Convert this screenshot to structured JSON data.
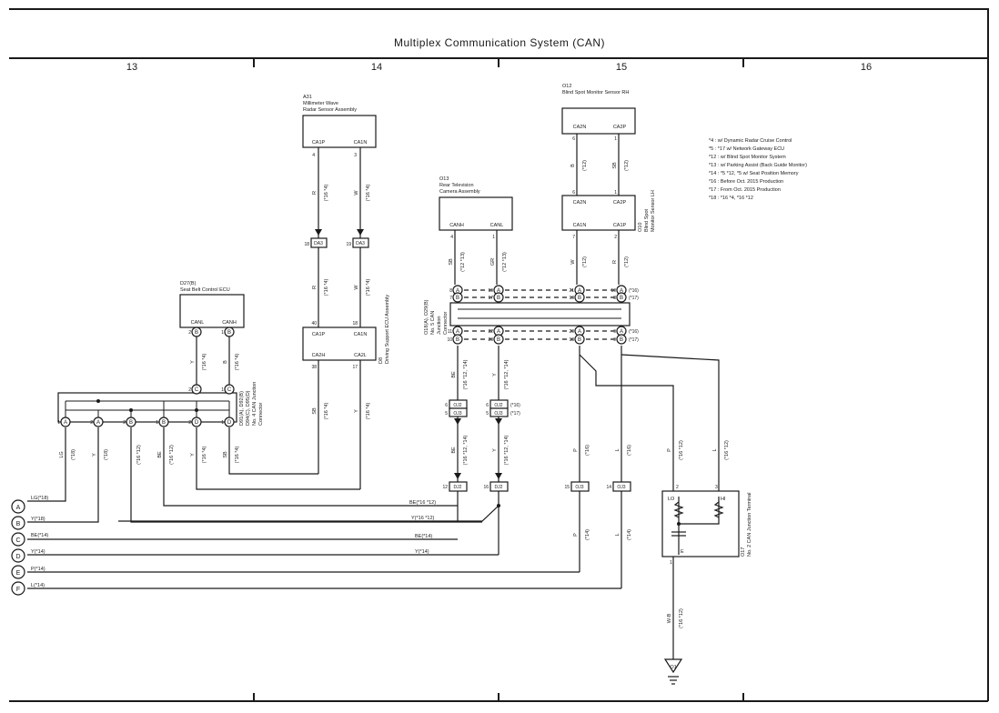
{
  "title": "Multiplex Communication System (CAN)",
  "columns": [
    "13",
    "14",
    "15",
    "16"
  ],
  "notes": [
    "*4 : w/ Dynamic Radar Cruise Control",
    "*5 : *17 w/ Network Gateway ECU",
    "*12 : w/ Blind Spot Monitor System",
    "*13 : w/ Parking Assist (Back Guide Monitor)",
    "*14 : *5 *12, *5 w/ Seat Position Memory",
    "*16 : Before Oct. 2015 Production",
    "*17 : From Oct. 2015 Production",
    "*18 : *16 *4, *16 *12"
  ],
  "components": {
    "a31": {
      "code": "A31",
      "name1": "Millimeter Wave",
      "name2": "Radar Sensor Assembly",
      "pin1": "CA1P",
      "pin2": "CA1N"
    },
    "o12": {
      "code": "O12",
      "name": "Blind Spot Monitor Sensor RH",
      "pin1": "CA2N",
      "pin2": "CA2P"
    },
    "o10": {
      "code": "O10",
      "name1": "Blind Spot",
      "name2": "Monitor Sensor LH",
      "top1": "CA2N",
      "top2": "CA2P",
      "bot1": "CA1N",
      "bot2": "CA1P"
    },
    "o13": {
      "code": "O13",
      "name1": "Rear Television",
      "name2": "Camera Assembly",
      "pin1": "CANH",
      "pin2": "CANL"
    },
    "d27": {
      "code": "D27(B)",
      "name": "Seat Belt Control ECU",
      "pin1": "CANL",
      "pin2": "CANH"
    },
    "d8": {
      "code": "D8",
      "name": "Driving Support ECU Assembly",
      "top1": "CA1P",
      "top2": "CA1N",
      "bot1": "CA2H",
      "bot2": "CA2L"
    },
    "d91": {
      "line1": "D91(A), D92(B)",
      "line2": "D94(C), D95(D)",
      "line3": "No. 4 CAN Junction",
      "line4": "Connector"
    },
    "o18": {
      "line1": "O18(A), O29(B)",
      "line2": "No. 5 CAN",
      "line3": "Junction",
      "line4": "Connector"
    },
    "o17": {
      "line1": "O17",
      "line2": "No. 2 CAN Junction Terminal",
      "lo": "LO",
      "hi": "HI",
      "e": "E"
    },
    "ground": "O1"
  },
  "wires": {
    "a31_r_color": "R",
    "a31_r_note": "(*16 *4)",
    "a31_w_color": "W",
    "a31_w_note": "(*16 *4)",
    "d8_sb_color": "SB",
    "d8_sb_note": "(*16 *4)",
    "d8_y_color": "Y",
    "d8_y_note": "(*16 *4)",
    "o12_b_color": "B",
    "o12_b_note": "(*12)",
    "o12_sb_color": "SB",
    "o12_sb_note": "(*12)",
    "o13_sb_color": "SB",
    "o13_sb_note": "(*12 *13)",
    "o13_gr_color": "GR",
    "o13_gr_note": "(*12 *13)",
    "o10_w_color": "W",
    "o10_w_note": "(*12)",
    "o10_r_color": "R",
    "o10_r_note": "(*12)",
    "d27_y_color": "Y",
    "d27_y_note": "(*16 *4)",
    "d27_b_color": "B",
    "d27_b_note": "(*16 *4)",
    "be_color": "BE",
    "be_note": "(*16 *12, *14)",
    "y_color": "Y",
    "y_note": "(*16 *12, *14)",
    "p_color": "P",
    "p_note": "(*16)",
    "l_color": "L",
    "l_note": "(*16)",
    "p_term_note": "(*16 *12)",
    "l_term_note": "(*16 *12)",
    "p_low_note": "(*14)",
    "l_low_note": "(*14)",
    "wb_color": "W-B",
    "wb_note": "(*16 *12)",
    "lg_color": "LG",
    "lg_note": "(*18)",
    "y18_color": "Y",
    "y18_note": "(*18)",
    "y_sp_color": "Y",
    "y_sp_note": "(*16 *12)",
    "be_sp_color": "BE",
    "be_sp_note": "(*16 *12)",
    "y_sp2_color": "Y",
    "y_sp2_note": "(*16 *4)",
    "sb_sp_color": "SB",
    "sb_sp_note": "(*16 *4)"
  },
  "connectors": {
    "da3": "DA3",
    "dj2": "DJ2",
    "dj3": "DJ3",
    "oj2": "OJ2",
    "oj3": "OJ3",
    "oj2_note": "(*16)",
    "oj3_note": "(*17)"
  },
  "o18_side_notes": [
    "(*16)",
    "(*17)",
    "(*16)",
    "(*17)"
  ],
  "offsheet": [
    {
      "letter": "A",
      "label": "LG(*18)"
    },
    {
      "letter": "B",
      "label": "Y(*18)"
    },
    {
      "letter": "C",
      "label": "BE(*14)"
    },
    {
      "letter": "D",
      "label": "Y(*14)"
    },
    {
      "letter": "E",
      "label": "P(*14)"
    },
    {
      "letter": "F",
      "label": "L(*14)"
    }
  ],
  "bus_labels": [
    {
      "label": "BE(*16 *12)"
    },
    {
      "label": "Y(*16 *12)"
    },
    {
      "label": "BE(*14)"
    },
    {
      "label": "Y(*14)"
    }
  ]
}
